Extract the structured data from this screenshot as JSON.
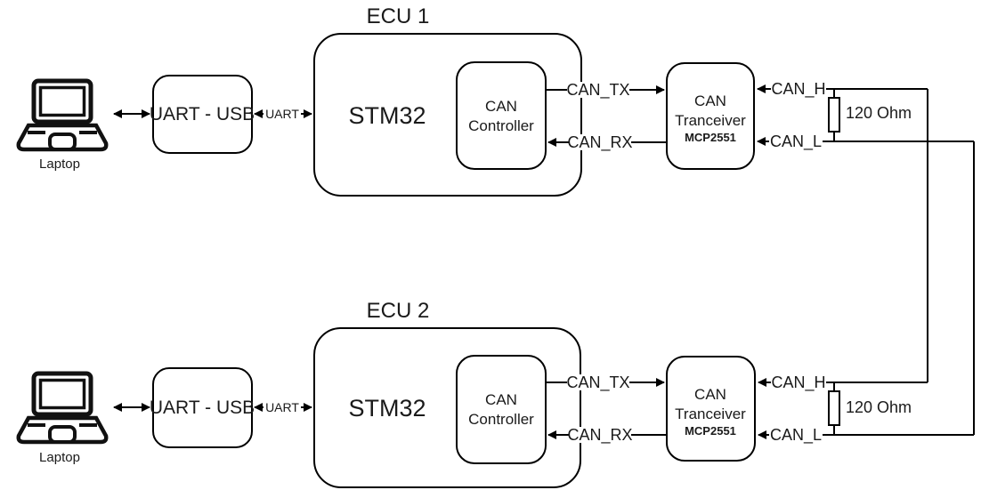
{
  "colors": {
    "background": "#ffffff",
    "stroke": "#000000",
    "text": "#1a1a1a"
  },
  "sections": {
    "ecu1": {
      "title": "ECU 1",
      "laptop_label": "Laptop",
      "uart_usb_label": "UART - USB",
      "uart_link_label": "UART",
      "mcu_label": "STM32",
      "can_controller": {
        "line1": "CAN",
        "line2": "Controller"
      },
      "can_tx_label": "CAN_TX",
      "can_rx_label": "CAN_RX",
      "transceiver": {
        "line1": "CAN",
        "line2": "Tranceiver",
        "part_number": "MCP2551"
      },
      "can_h_label": "CAN_H",
      "can_l_label": "CAN_L",
      "terminator_label": "120 Ohm"
    },
    "ecu2": {
      "title": "ECU 2",
      "laptop_label": "Laptop",
      "uart_usb_label": "UART - USB",
      "uart_link_label": "UART",
      "mcu_label": "STM32",
      "can_controller": {
        "line1": "CAN",
        "line2": "Controller"
      },
      "can_tx_label": "CAN_TX",
      "can_rx_label": "CAN_RX",
      "transceiver": {
        "line1": "CAN",
        "line2": "Tranceiver",
        "part_number": "MCP2551"
      },
      "can_h_label": "CAN_H",
      "can_l_label": "CAN_L",
      "terminator_label": "120 Ohm"
    }
  }
}
